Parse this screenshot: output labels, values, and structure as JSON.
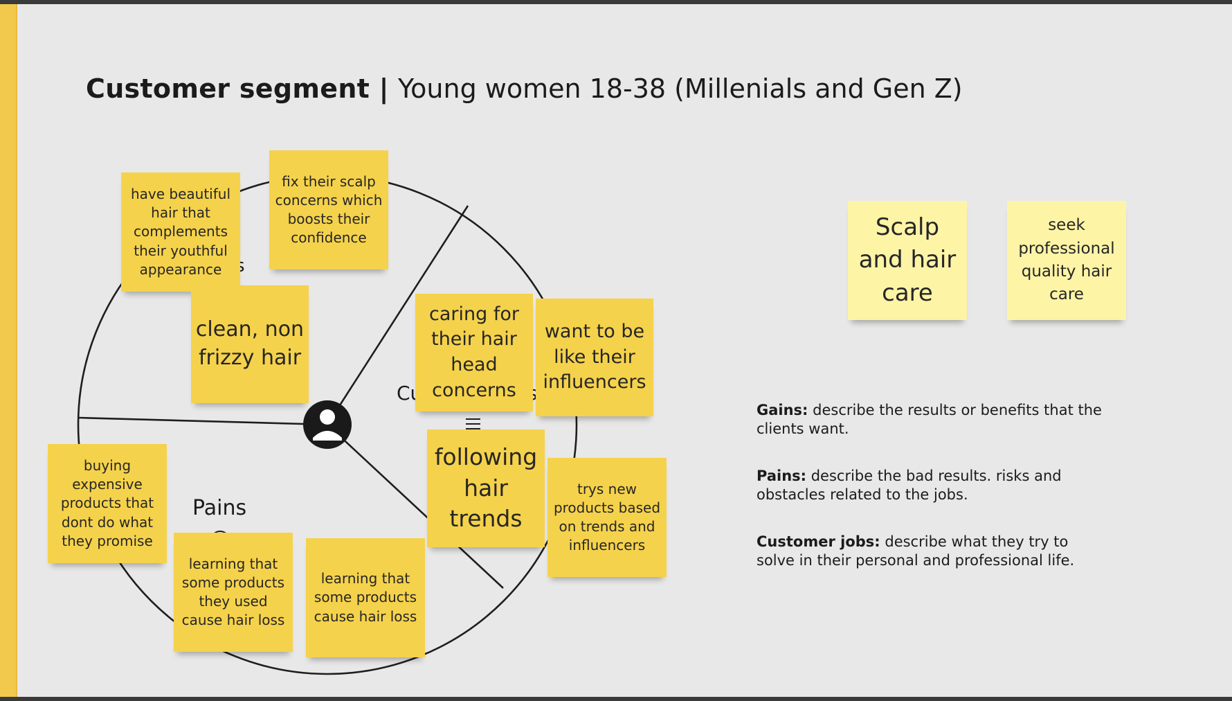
{
  "header": {
    "title_bold": "Customer segment |",
    "title_segment": "Young women 18-38 (Millenials and Gen Z)"
  },
  "wheel": {
    "label_pains": "Pains",
    "label_customer_jobs_partial": "Cu",
    "label_customer_jobs_tail": "s",
    "label_gains_tail": "s"
  },
  "notes": {
    "have_beautiful": "have beautiful hair that complements their youthful appearance",
    "fix_scalp": "fix their scalp concerns which boosts their confidence",
    "clean_hair": "clean, non frizzy hair",
    "caring_for": "caring for their hair head concerns",
    "want_to_be": "want to be like their influencers",
    "following_trends": "following hair trends",
    "trys_new": "trys new products based on trends and influencers",
    "buying_expensive": "buying expensive products that dont do what they promise",
    "learning_used": "learning that some products they used cause hair loss",
    "learning_cause": "learning that some products cause hair loss",
    "scalp_care": "Scalp and hair care",
    "seek_professional": "seek professional quality hair care"
  },
  "legend": {
    "gains_term": "Gains:",
    "gains_desc": " describe the results or benefits that the clients want.",
    "pains_term": "Pains:",
    "pains_desc": " describe the bad results. risks and obstacles related to the jobs.",
    "jobs_term": "Customer jobs:",
    "jobs_desc": " describe what they try to solve in their personal and professional life."
  },
  "colors": {
    "sticky_yellow": "#f5d24b",
    "sticky_light_yellow": "#fdf4a6",
    "frame_accent": "#f2c94c",
    "board_bg": "#e8e8e8"
  },
  "icons": [
    "user-avatar-icon",
    "sad-face-icon",
    "list-icon"
  ]
}
